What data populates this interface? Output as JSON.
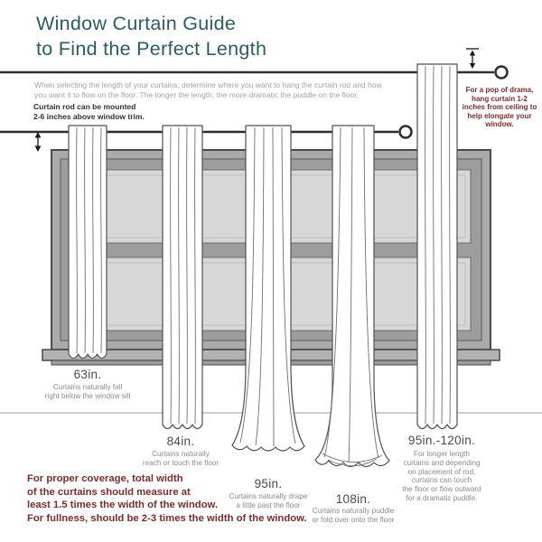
{
  "title": "Window Curtain Guide\nto Find the Perfect Length",
  "intro": "When selecting the length of your curtains, determine where you want to hang the curtain rod and how you want it to flow on the floor. The longer the length, the more dramatic the puddle on the floor.",
  "rod_note": "Curtain rod can be mounted\n2-6 inches above window trim.",
  "drama_note": "For a pop of drama, hang curtain 1-2 inches from ceiling to help elongate your window.",
  "curtains": [
    {
      "length": "63in.",
      "caption": "Curtains naturally fall\nright below the window sill"
    },
    {
      "length": "84in.",
      "caption": "Curtains naturally\nreach or touch the floor"
    },
    {
      "length": "95in.",
      "caption": "Curtains naturally drape\na little past the floor"
    },
    {
      "length": "108in.",
      "caption": "Curtains naturally puddle\nor fold over onto the floor"
    },
    {
      "length": "95in.-120in.",
      "caption": "For longer length\ncurtains and depending\non placement of rod,\ncurtains can touch\nthe floor or flow outward\nfor a dramatic puddle."
    }
  ],
  "footer": "For proper coverage, total width\nof the curtains should measure at\nleast 1.5 times the width of the window.\nFor fullness, should be 2-3 times the width of the window.",
  "colors": {
    "title": "#2b5c62",
    "accent": "#7b2c2c",
    "body_gray": "#a3a3a3",
    "dark": "#2f2f3a"
  }
}
